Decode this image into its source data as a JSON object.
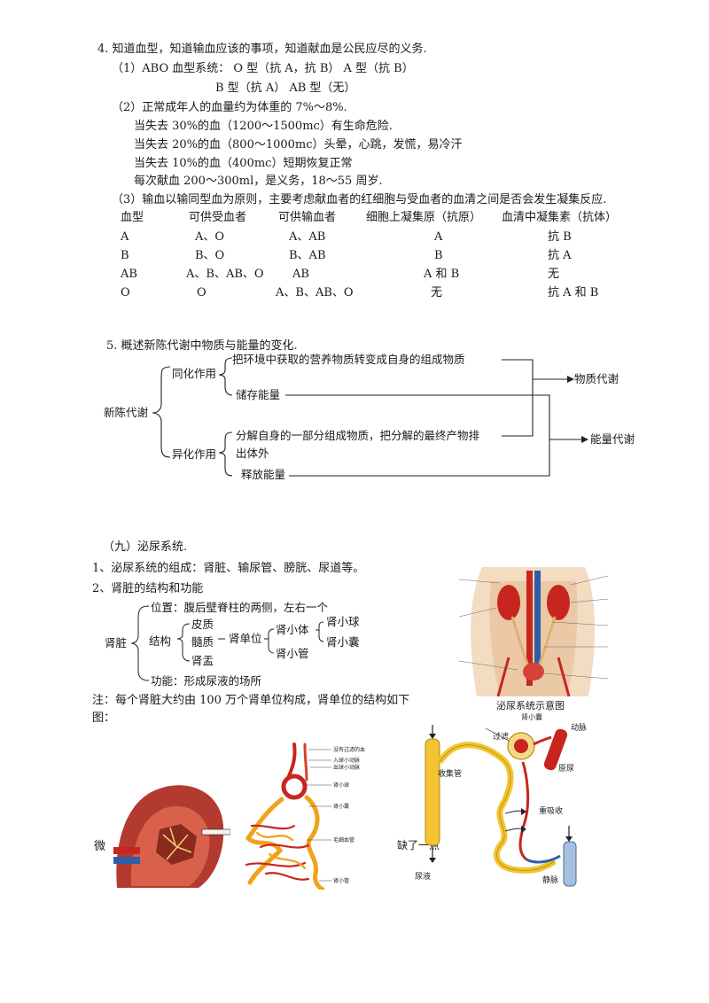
{
  "blood": {
    "heading": "4. 知道血型，知道输血应该的事项，知道献血是公民应尽的义务.",
    "p1": "（1）ABO 血型系统： O 型（抗 A，抗 B）     A 型（抗 B）",
    "p1b": "B 型（抗 A）                AB 型（无）",
    "p2": "（2）正常成年人的血量约为体重的 7%～8%.",
    "p2a": "当失去 30%的血（1200～1500mc）有生命危险.",
    "p2b": "当失去 20%的血（800～1000mc）头晕，心跳，发慌，易冷汗",
    "p2c": "当失去 10%的血（400mc）短期恢复正常",
    "p2d": "每次献血 200～300ml，是义务，18～55 周岁.",
    "p3": "（3）输血以输同型血为原则，主要考虑献血者的红细胞与受血者的血清之间是否会发生凝集反应.",
    "table": {
      "headers": [
        "血型",
        "可供受血者",
        "可供输血者",
        "细胞上凝集原（抗原）",
        "血清中凝集素（抗体）"
      ],
      "rows": [
        [
          "A",
          "A、O",
          "A、AB",
          "A",
          "抗 B"
        ],
        [
          "B",
          "B、O",
          "B、AB",
          "B",
          "抗 A"
        ],
        [
          "AB",
          "A、B、AB、O",
          "AB",
          "A 和 B",
          "无"
        ],
        [
          "O",
          "O",
          "A、B、AB、O",
          "无",
          "抗 A 和 B"
        ]
      ]
    }
  },
  "metabolism": {
    "heading": "5. 概述新陈代谢中物质与能量的变化.",
    "root": "新陈代谢",
    "assim": "同化作用",
    "assim_1": "把环境中获取的营养物质转变成自身的组成物质",
    "assim_2": "储存能量",
    "dissim": "异化作用",
    "dissim_1a": "分解自身的一部分组成物质，把分解的最终产物排",
    "dissim_1b": "出体外",
    "dissim_2": "释放能量",
    "matter": "物质代谢",
    "energy": "能量代谢"
  },
  "urinary": {
    "section": "（九）泌尿系统.",
    "p1": "1、泌尿系统的组成：肾脏、输尿管、膀胱、尿道等。",
    "p2": "2、肾脏的结构和功能",
    "kidney": "肾脏",
    "position": "位置：腹后壁脊柱的两侧，左右一个",
    "structure": "结构",
    "cortex": "皮质",
    "medulla": "髓质",
    "pelvis": "肾盂",
    "nephron": "肾单位",
    "corpuscle": "肾小体",
    "glomerulus": "肾小球",
    "capsule": "肾小囊",
    "tubule": "肾小管",
    "function": "功能：形成尿液的场所",
    "note_a": "注：每个肾脏大约由 100 万个肾单位构成，肾单位的结构如下",
    "note_b": "图：",
    "wei": "微",
    "missing": "缺了一点",
    "diagram_title": "泌尿系统示意图",
    "d_capsule": "肾小囊",
    "d_filter": "过滤",
    "d_artery": "动脉",
    "d_duct": "收集管",
    "d_urine": "尿液",
    "d_reabsorb": "重吸收",
    "d_vein": "静脉",
    "d_primary": "原尿",
    "n_label1": "没有过滤的血",
    "n_label2": "入球小动脉",
    "n_label3": "出球小动脉",
    "n_label4": "肾小球",
    "n_label5": "肾小囊",
    "n_label6": "毛细血管",
    "n_label7": "肾小管"
  },
  "colors": {
    "text": "#1a1a1a",
    "red": "#c8251e",
    "blue": "#2f5ea8",
    "yellow": "#f2c431",
    "tan": "#e8c8a0"
  }
}
